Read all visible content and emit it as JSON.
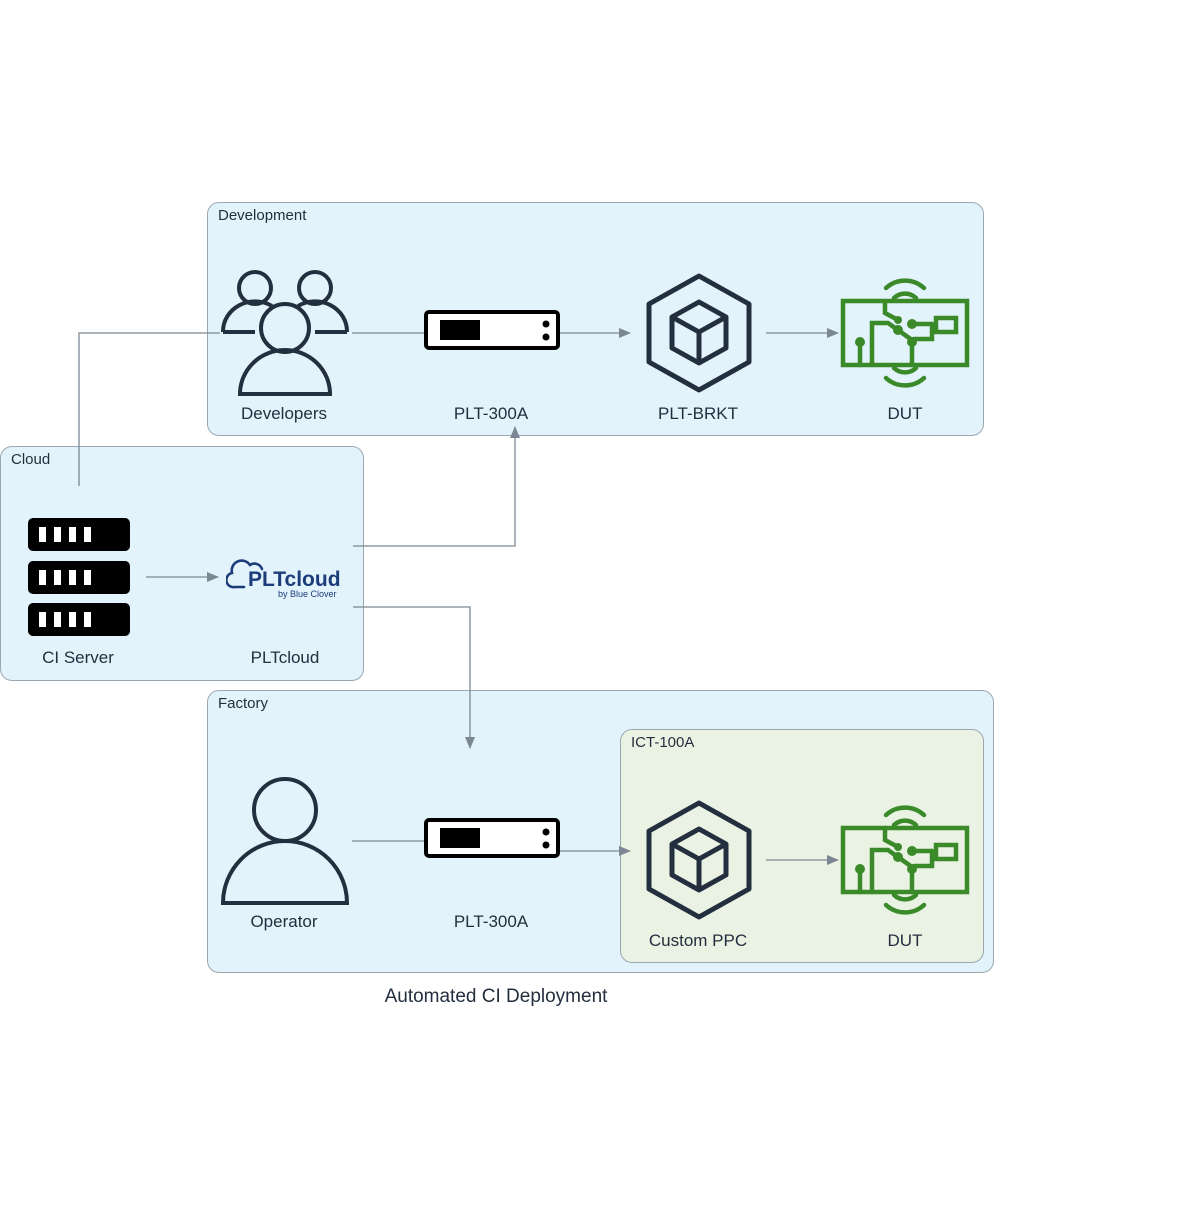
{
  "title": "Automated CI Deployment",
  "colors": {
    "cluster_fill": "#e3f3fb",
    "inner_cluster_fill": "#eaf2e4",
    "cluster_border": "#9ba7b0",
    "edge": "#7b8894",
    "icon_dark": "#232f3e",
    "icon_green": "#3b8a2a",
    "logo_blue": "#1d3d7a"
  },
  "clusters": {
    "development": "Development",
    "cloud": "Cloud",
    "factory": "Factory",
    "ict": "ICT-100A"
  },
  "nodes": {
    "developers": {
      "label": "Developers",
      "icon": "users-icon"
    },
    "dev_plt": {
      "label": "PLT-300A",
      "icon": "rack-device-icon"
    },
    "plt_brkt": {
      "label": "PLT-BRKT",
      "icon": "cube-icon"
    },
    "dev_dut": {
      "label": "DUT",
      "icon": "circuit-board-icon"
    },
    "ci_server": {
      "label": "CI Server",
      "icon": "server-rack-icon"
    },
    "pltcloud": {
      "label": "PLTcloud",
      "icon": "pltcloud-logo",
      "logo_text": "PLTcloud",
      "logo_sub": "by Blue Clover"
    },
    "operator": {
      "label": "Operator",
      "icon": "user-icon"
    },
    "fac_plt": {
      "label": "PLT-300A",
      "icon": "rack-device-icon"
    },
    "custom_ppc": {
      "label": "Custom PPC",
      "icon": "cube-icon"
    },
    "fac_dut": {
      "label": "DUT",
      "icon": "circuit-board-icon"
    }
  },
  "edges": [
    {
      "from": "ci_server",
      "to": "developers",
      "arrow": false
    },
    {
      "from": "developers",
      "to": "dev_plt",
      "arrow": false
    },
    {
      "from": "dev_plt",
      "to": "plt_brkt",
      "arrow": true
    },
    {
      "from": "plt_brkt",
      "to": "dev_dut",
      "arrow": true
    },
    {
      "from": "ci_server",
      "to": "pltcloud",
      "arrow": true
    },
    {
      "from": "pltcloud",
      "to": "dev_plt",
      "arrow": true
    },
    {
      "from": "pltcloud",
      "to": "fac_plt",
      "arrow": true
    },
    {
      "from": "operator",
      "to": "fac_plt",
      "arrow": false
    },
    {
      "from": "fac_plt",
      "to": "custom_ppc",
      "arrow": true
    },
    {
      "from": "custom_ppc",
      "to": "fac_dut",
      "arrow": true
    }
  ]
}
